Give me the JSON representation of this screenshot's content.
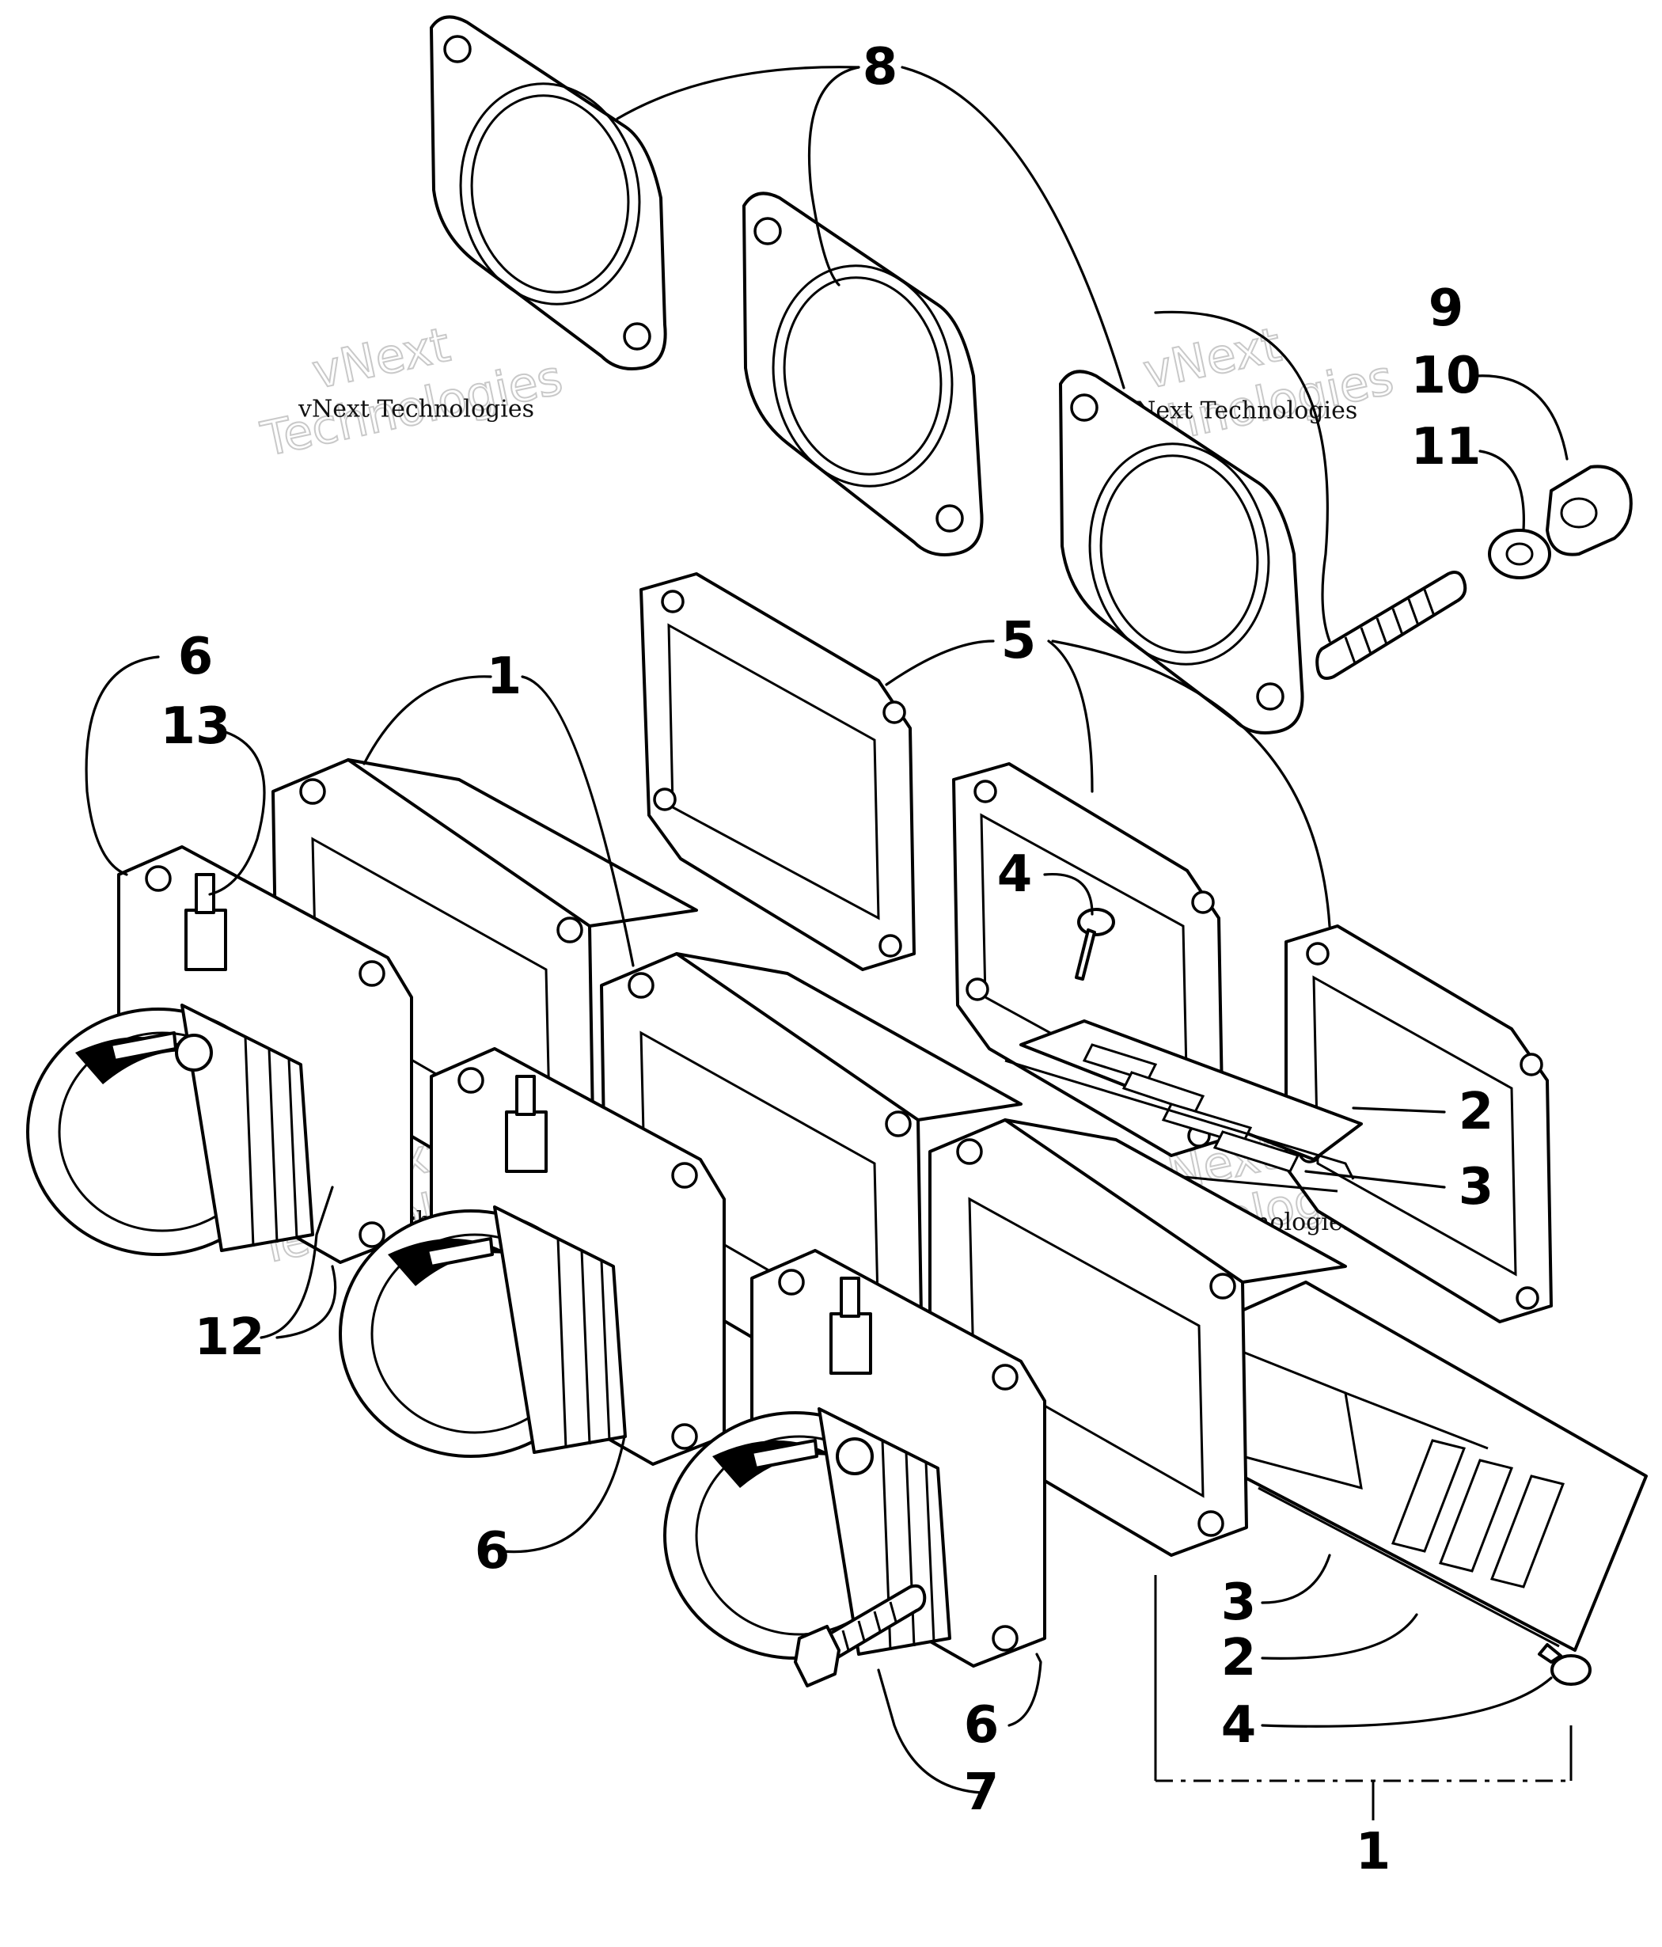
{
  "callouts": [
    {
      "id": "c8",
      "text": "8"
    },
    {
      "id": "c9",
      "text": "9"
    },
    {
      "id": "c10",
      "text": "10"
    },
    {
      "id": "c11",
      "text": "11"
    },
    {
      "id": "c5",
      "text": "5"
    },
    {
      "id": "c6a",
      "text": "6"
    },
    {
      "id": "c13",
      "text": "13"
    },
    {
      "id": "c1a",
      "text": "1"
    },
    {
      "id": "c4a",
      "text": "4"
    },
    {
      "id": "c2a",
      "text": "2"
    },
    {
      "id": "c3a",
      "text": "3"
    },
    {
      "id": "c12",
      "text": "12"
    },
    {
      "id": "c6b",
      "text": "6"
    },
    {
      "id": "c3b",
      "text": "3"
    },
    {
      "id": "c2b",
      "text": "2"
    },
    {
      "id": "c4b",
      "text": "4"
    },
    {
      "id": "c6c",
      "text": "6"
    },
    {
      "id": "c7",
      "text": "7"
    },
    {
      "id": "c1b",
      "text": "1"
    }
  ],
  "watermarks": [
    {
      "brand": "vNext",
      "line2": "Technologies",
      "caption": "vNext Technologies"
    },
    {
      "brand": "vNext",
      "line2": "Technologies",
      "caption": "vNext Technologies"
    },
    {
      "brand": "vNext",
      "line2": "Technologies",
      "caption": "vNext Technologies"
    },
    {
      "brand": "vNext",
      "line2": "Technologies",
      "caption": "vNext Technologies"
    }
  ]
}
